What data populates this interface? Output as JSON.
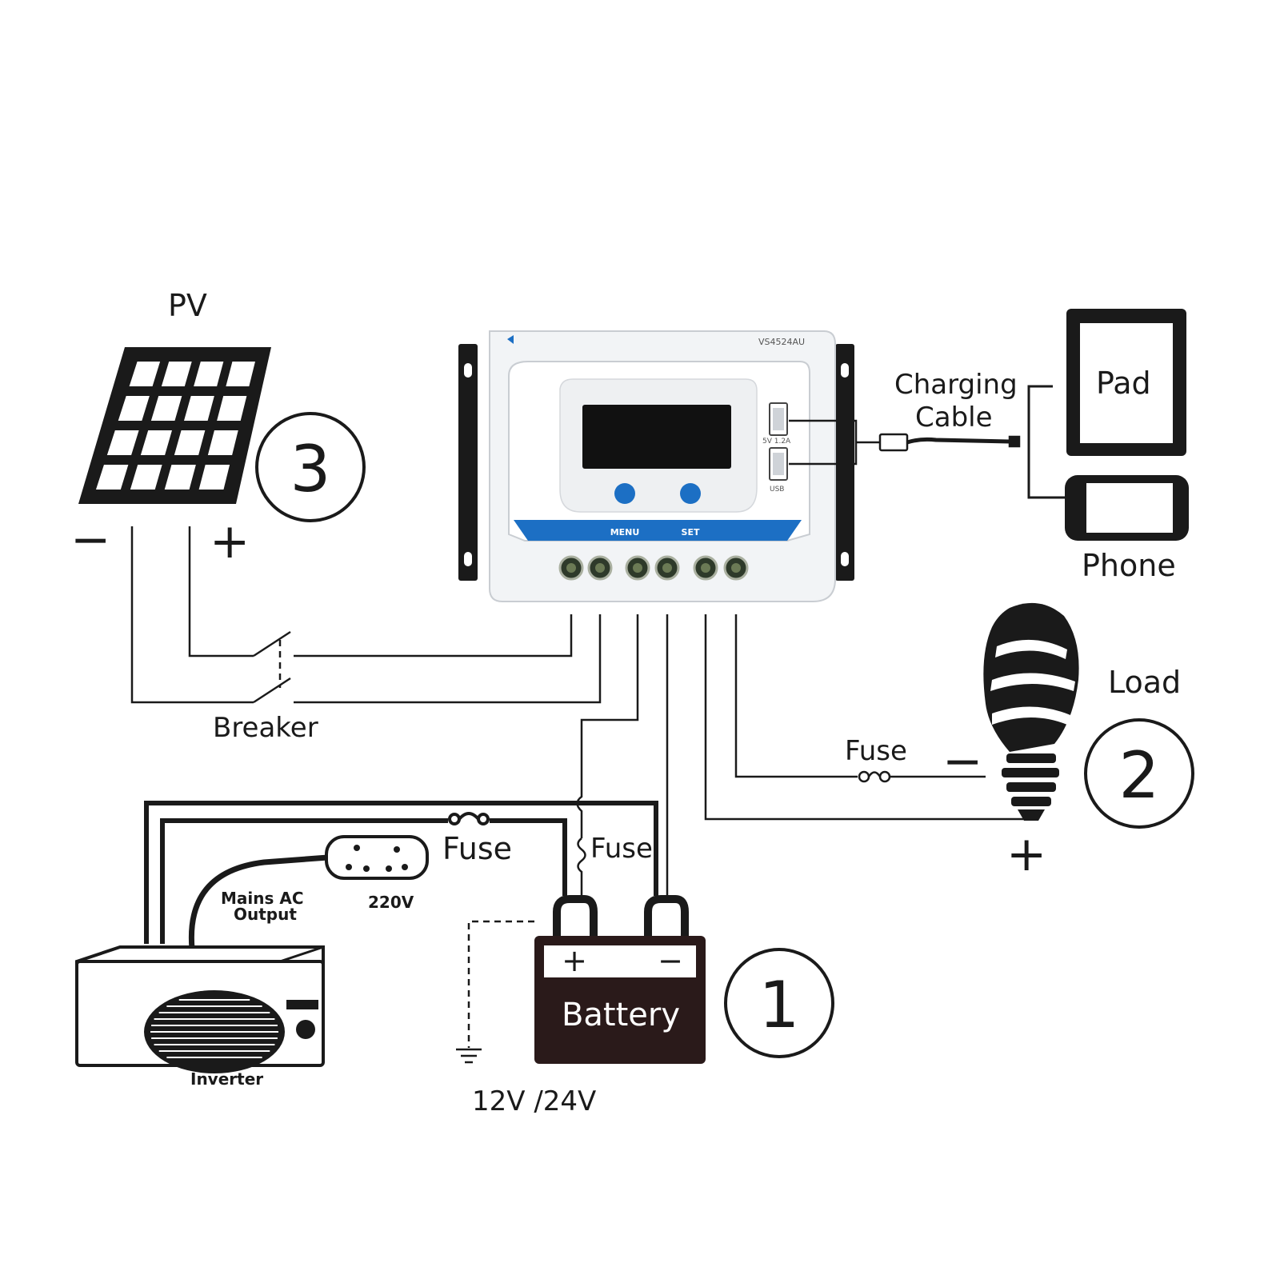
{
  "labels": {
    "pv": "PV",
    "pad": "Pad",
    "phone": "Phone",
    "charging_cable_line1": "Charging",
    "charging_cable_line2": "Cable",
    "load": "Load",
    "breaker": "Breaker",
    "fuse_load": "Fuse",
    "fuse_inverter": "Fuse",
    "fuse_battery": "Fuse",
    "mains_ac_line1": "Mains AC",
    "mains_ac_line2": "Output",
    "socket_voltage": "220V",
    "inverter": "Inverter",
    "battery": "Battery",
    "battery_voltage": "12V /24V",
    "battery_plus": "+",
    "battery_minus": "−",
    "pv_minus": "−",
    "pv_plus": "+",
    "load_minus": "−",
    "load_plus": "+"
  },
  "controller": {
    "model": "VS4524AU",
    "menu_label": "MENU",
    "set_label": "SET",
    "usb_label": "USB",
    "usb_rating": "5V 1.2A"
  },
  "numbers": {
    "pv": "3",
    "load": "2",
    "battery": "1"
  },
  "colors": {
    "line": "#1a1a1a",
    "accent_blue": "#1c6fc4",
    "lcd": "#111111",
    "panel_bg": "#f2f4f6"
  }
}
